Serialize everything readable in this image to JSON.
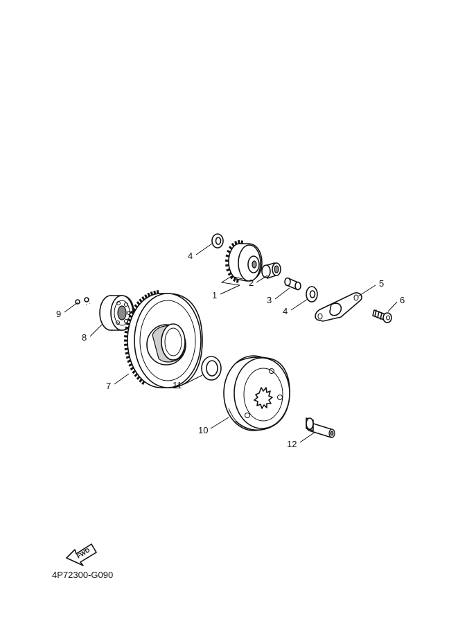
{
  "drawing_code": "4P72300-G090",
  "fwd_label": "FWD",
  "callouts": [
    "1",
    "2",
    "3",
    "4",
    "4",
    "5",
    "6",
    "7",
    "8",
    "9",
    "10",
    "11",
    "12"
  ]
}
